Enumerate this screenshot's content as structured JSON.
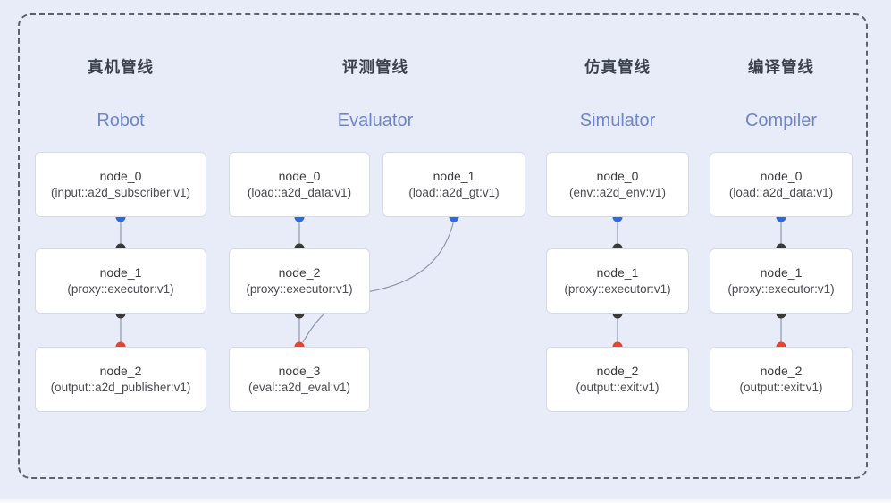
{
  "pipelines": [
    {
      "title_zh": "真机管线",
      "title_en": "Robot",
      "nodes": [
        {
          "name": "node_0",
          "type": "(input::a2d_subscriber:v1)"
        },
        {
          "name": "node_1",
          "type": "(proxy::executor:v1)"
        },
        {
          "name": "node_2",
          "type": "(output::a2d_publisher:v1)"
        }
      ],
      "edges": [
        {
          "from": "node_0",
          "to": "node_1"
        },
        {
          "from": "node_1",
          "to": "node_2"
        }
      ]
    },
    {
      "title_zh": "评测管线",
      "title_en": "Evaluator",
      "nodes": [
        {
          "name": "node_0",
          "type": "(load::a2d_data:v1)"
        },
        {
          "name": "node_1",
          "type": "(load::a2d_gt:v1)"
        },
        {
          "name": "node_2",
          "type": "(proxy::executor:v1)"
        },
        {
          "name": "node_3",
          "type": "(eval::a2d_eval:v1)"
        }
      ],
      "edges": [
        {
          "from": "node_0",
          "to": "node_2"
        },
        {
          "from": "node_2",
          "to": "node_3"
        },
        {
          "from": "node_1",
          "to": "node_3"
        }
      ]
    },
    {
      "title_zh": "仿真管线",
      "title_en": "Simulator",
      "nodes": [
        {
          "name": "node_0",
          "type": "(env::a2d_env:v1)"
        },
        {
          "name": "node_1",
          "type": "(proxy::executor:v1)"
        },
        {
          "name": "node_2",
          "type": "(output::exit:v1)"
        }
      ],
      "edges": [
        {
          "from": "node_0",
          "to": "node_1"
        },
        {
          "from": "node_1",
          "to": "node_2"
        }
      ]
    },
    {
      "title_zh": "编译管线",
      "title_en": "Compiler",
      "nodes": [
        {
          "name": "node_0",
          "type": "(load::a2d_data:v1)"
        },
        {
          "name": "node_1",
          "type": "(proxy::executor:v1)"
        },
        {
          "name": "node_2",
          "type": "(output::exit:v1)"
        }
      ],
      "edges": [
        {
          "from": "node_0",
          "to": "node_1"
        },
        {
          "from": "node_1",
          "to": "node_2"
        }
      ]
    }
  ],
  "colors": {
    "background": "#e8ecf8",
    "frame_border": "#5c616c",
    "node_background": "#ffffff",
    "node_border": "#d6dae3",
    "title_zh": "#3b414d",
    "title_en": "#6e86c9",
    "edge": "#8f99ac",
    "port_blue": "#2a6ae4",
    "port_dark": "#3a3a3a",
    "port_red": "#e8432d"
  }
}
